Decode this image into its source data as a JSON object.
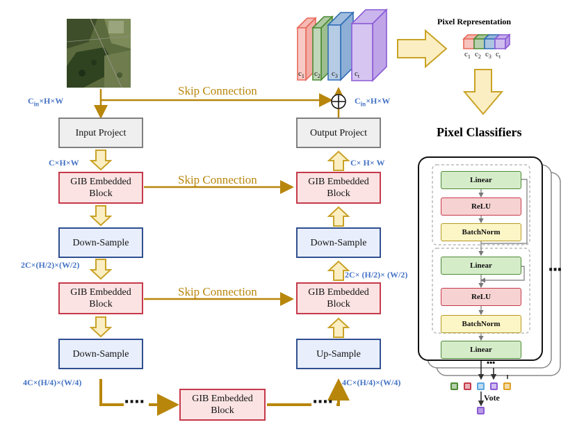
{
  "left_column": {
    "input_project": "Input Project",
    "gib_block_1_line1": "GIB Embedded",
    "gib_block_1_line2": "Block",
    "down_sample_1": "Down-Sample",
    "gib_block_2_line1": "GIB Embedded",
    "gib_block_2_line2": "Block",
    "down_sample_2": "Down-Sample"
  },
  "bottom": {
    "gib_block_line1": "GIB Embedded",
    "gib_block_line2": "Block",
    "dots_left": "····",
    "dots_right": "····"
  },
  "right_column": {
    "output_project": "Output Project",
    "gib_block_1_line1": "GIB Embedded",
    "gib_block_1_line2": "Block",
    "down_sample": "Down-Sample",
    "gib_block_2_line1": "GIB Embedded",
    "gib_block_2_line2": "Block",
    "up_sample": "Up-Sample"
  },
  "skip_labels": {
    "top": "Skip Connection",
    "middle": "Skip Connection",
    "lower": "Skip Connection"
  },
  "dim_labels": {
    "input_dim_base": "C",
    "input_dim_sub": "in",
    "input_dim_rest": "×H×W",
    "output_dim_base": "C",
    "output_dim_sub": "in",
    "output_dim_rest": "×H×W",
    "left_c": "C×H×W",
    "right_c": "C× H× W",
    "left_2c": "2C×(H/2)×(W/2)",
    "right_2c": "2C× (H/2)× (W/2)",
    "left_4c": "4C×(H/4)×(W/4)",
    "right_4c": "4C×(H/4)×(W/4)"
  },
  "output_cubes": {
    "labels": [
      "c1",
      "c2",
      "c3",
      "ct"
    ],
    "label_text": [
      {
        "base": "c",
        "sub": "1"
      },
      {
        "base": "c",
        "sub": "2"
      },
      {
        "base": "c",
        "sub": "3"
      },
      {
        "base": "c",
        "sub": "t"
      }
    ],
    "colors": [
      "#e8685a",
      "#4c8a33",
      "#2f6db5",
      "#8a5ad6"
    ]
  },
  "pixel_representation": {
    "title": "Pixel Representation",
    "cells": [
      {
        "base": "c",
        "sub": "1"
      },
      {
        "base": "c",
        "sub": "2"
      },
      {
        "base": "c",
        "sub": "3"
      },
      {
        "base": "c",
        "sub": "t"
      }
    ]
  },
  "pixel_classifiers": {
    "title": "Pixel Classifiers",
    "layers": [
      "Linear",
      "ReLU",
      "BatchNorm",
      "Linear",
      "ReLU",
      "BatchNorm",
      "Linear"
    ],
    "side_dots": "···",
    "bottom_dots": "···",
    "vote_label": "Vote",
    "vote_colors": [
      "#4c8a33",
      "#c5394a",
      "#5aa7e0",
      "#8a5ad6",
      "#e0a020"
    ],
    "result_color": "#8a5ad6"
  },
  "colors": {
    "arrow_gold": "#c9a227",
    "arrow_fill": "#fbeec2",
    "line_gold": "#b8860b",
    "dim_blue": "#4472c4"
  }
}
